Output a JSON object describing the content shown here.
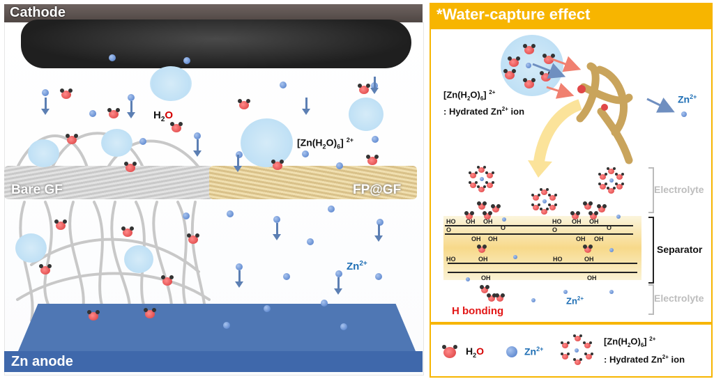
{
  "left_panel": {
    "cathode_label": "Cathode",
    "anode_label": "Zn anode",
    "separator_left_label": "Bare GF",
    "separator_right_label": "FP@GF",
    "water_label_h2": "H",
    "water_label_sub": "2",
    "water_label_o": "O",
    "complex_label": "[Zn(H",
    "complex_label_sub2": "2",
    "complex_label_mid": "O)",
    "complex_label_sub6": "6",
    "complex_label_end": "]",
    "complex_charge": "2+",
    "zn_label": "Zn",
    "zn_charge": "2+"
  },
  "right_panel": {
    "title": "*Water-capture effect",
    "complex_label": "[Zn(H",
    "complex_sub2": "2",
    "complex_mid": "O)",
    "complex_sub6": "6",
    "complex_end": "]",
    "complex_charge": "2+",
    "hydrated_prefix": ": Hydrated Zn",
    "hydrated_charge": "2+",
    "hydrated_suffix": " ion",
    "zn_label": "Zn",
    "zn_charge": "2+",
    "electrolyte_top": "Electrolyte",
    "separator": "Separator",
    "electrolyte_bottom": "Electrolyte",
    "h_bonding": "H bonding",
    "zn_bottom_label": "Zn",
    "zn_bottom_charge": "2+",
    "groups": {
      "ho": "HO",
      "oh": "OH",
      "o": "O"
    }
  },
  "legend": {
    "water_h": "H",
    "water_sub": "2",
    "water_o": "O",
    "zn": "Zn",
    "zn_charge": "2+",
    "complex": "[Zn(H",
    "complex_sub2": "2",
    "complex_mid": "O)",
    "complex_sub6": "6",
    "complex_end": "]",
    "complex_charge": "2+",
    "hydrated_prefix": ": Hydrated Zn",
    "hydrated_charge": "2+",
    "hydrated_suffix": " ion"
  },
  "colors": {
    "title_bar": "#f7b500",
    "zn_ion": "#4a78c7",
    "water": "#d83a3a",
    "anode": "#4f77b4",
    "h_bond_text": "#e21616",
    "zn_text": "#1f6fb5"
  }
}
